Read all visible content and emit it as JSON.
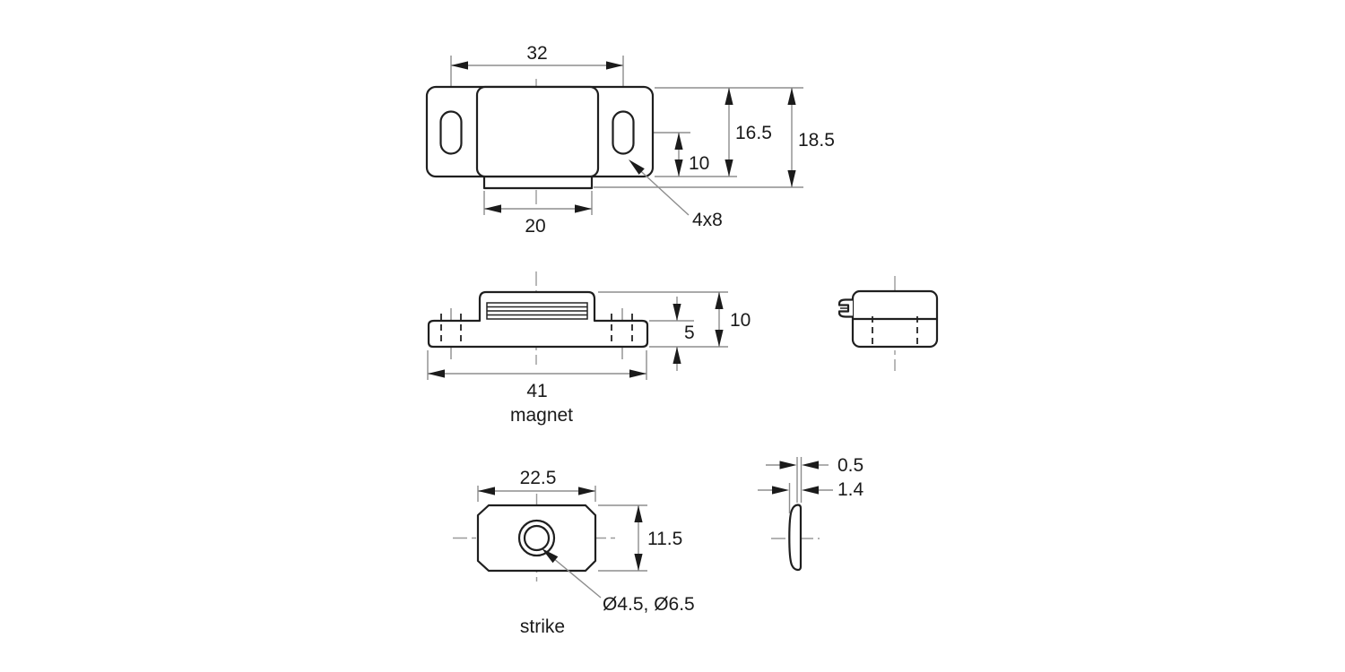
{
  "drawing": {
    "top_view": {
      "slot_spacing": "32",
      "plate_height": "16.5",
      "total_height": "18.5",
      "slot_to_bottom": "10",
      "lip_width": "20",
      "slot_size": "4x8"
    },
    "magnet_view": {
      "overall_length": "41",
      "base_thickness": "5",
      "overall_height": "10",
      "label": "magnet"
    },
    "strike_view": {
      "length": "22.5",
      "width": "11.5",
      "hole_diameters": "Ø4.5, Ø6.5",
      "label": "strike"
    },
    "strike_side_view": {
      "edge_thickness": "0.5",
      "overall_thickness": "1.4"
    },
    "colors": {
      "outline": "#1f1f1f",
      "dimension_lines": "#8d8d8d",
      "text": "#1a1a1a",
      "background": "#ffffff"
    }
  }
}
